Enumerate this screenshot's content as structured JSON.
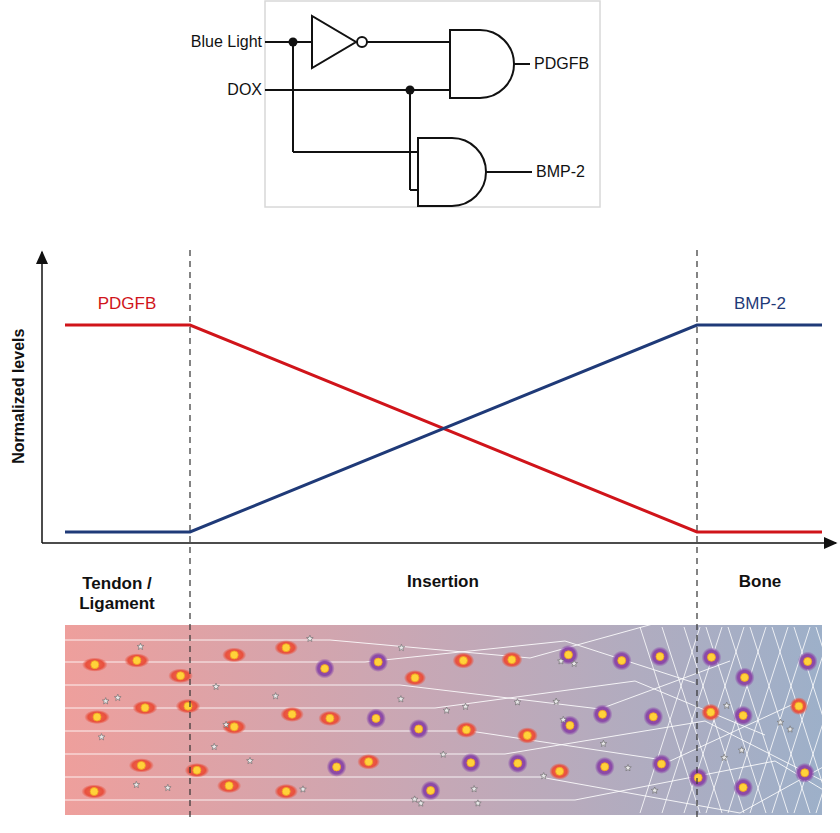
{
  "diagram": {
    "labels": [
      "Blue Light",
      "DOX",
      "PDGFB",
      "BMP-2",
      "PDGFB",
      "BMP-2",
      "Normalized levels",
      "Tendon / Ligament",
      "Insertion",
      "Bone"
    ]
  }
}
